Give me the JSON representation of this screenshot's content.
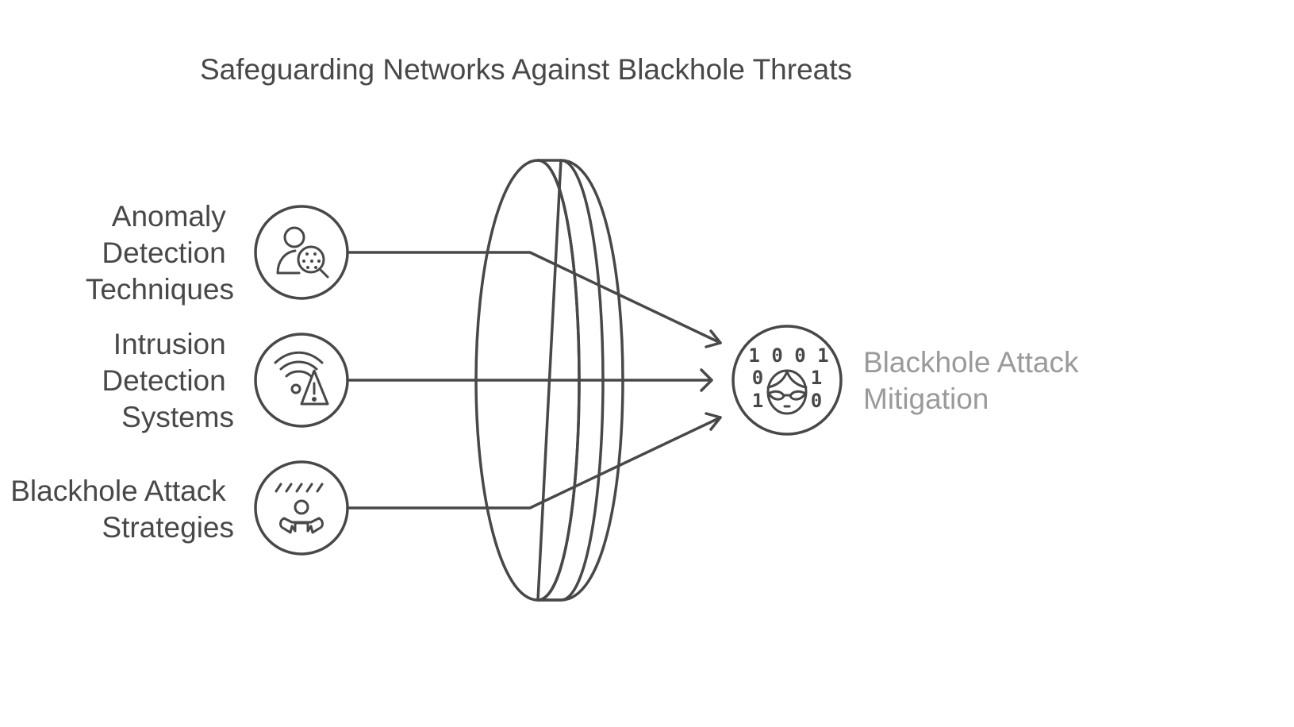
{
  "title": "Safeguarding Networks Against Blackhole Threats",
  "inputs": [
    {
      "id": "anomaly",
      "lines": [
        "Anomaly",
        "Detection",
        "Techniques"
      ],
      "icon": "user-search-icon",
      "color_top": "#7ef5b8",
      "color_bottom": "#4fdc98"
    },
    {
      "id": "intrusion",
      "lines": [
        "Intrusion",
        "Detection",
        "Systems"
      ],
      "icon": "wifi-warning-icon",
      "color_top": "#d6f77c",
      "color_bottom": "#b4e94c"
    },
    {
      "id": "strategies",
      "lines": [
        "Blackhole Attack",
        "Strategies"
      ],
      "icon": "person-rain-icon",
      "color_top": "#ffaaaa",
      "color_bottom": "#f86e6e"
    }
  ],
  "target": {
    "lines": [
      "Blackhole Attack",
      "Mitigation"
    ],
    "icon": "binary-hacker-icon",
    "binary": {
      "row1": "1 0 0 1",
      "row2_left": "0",
      "row2_right": "1",
      "row3_left": "1",
      "row3_right": "0"
    },
    "color_top": "#e0e0e0",
    "color_bottom": "#bdbdbd"
  },
  "lens": {
    "color_top": "#dadada",
    "color_bottom": "#c8c8c8"
  },
  "stroke_color": "#484848"
}
